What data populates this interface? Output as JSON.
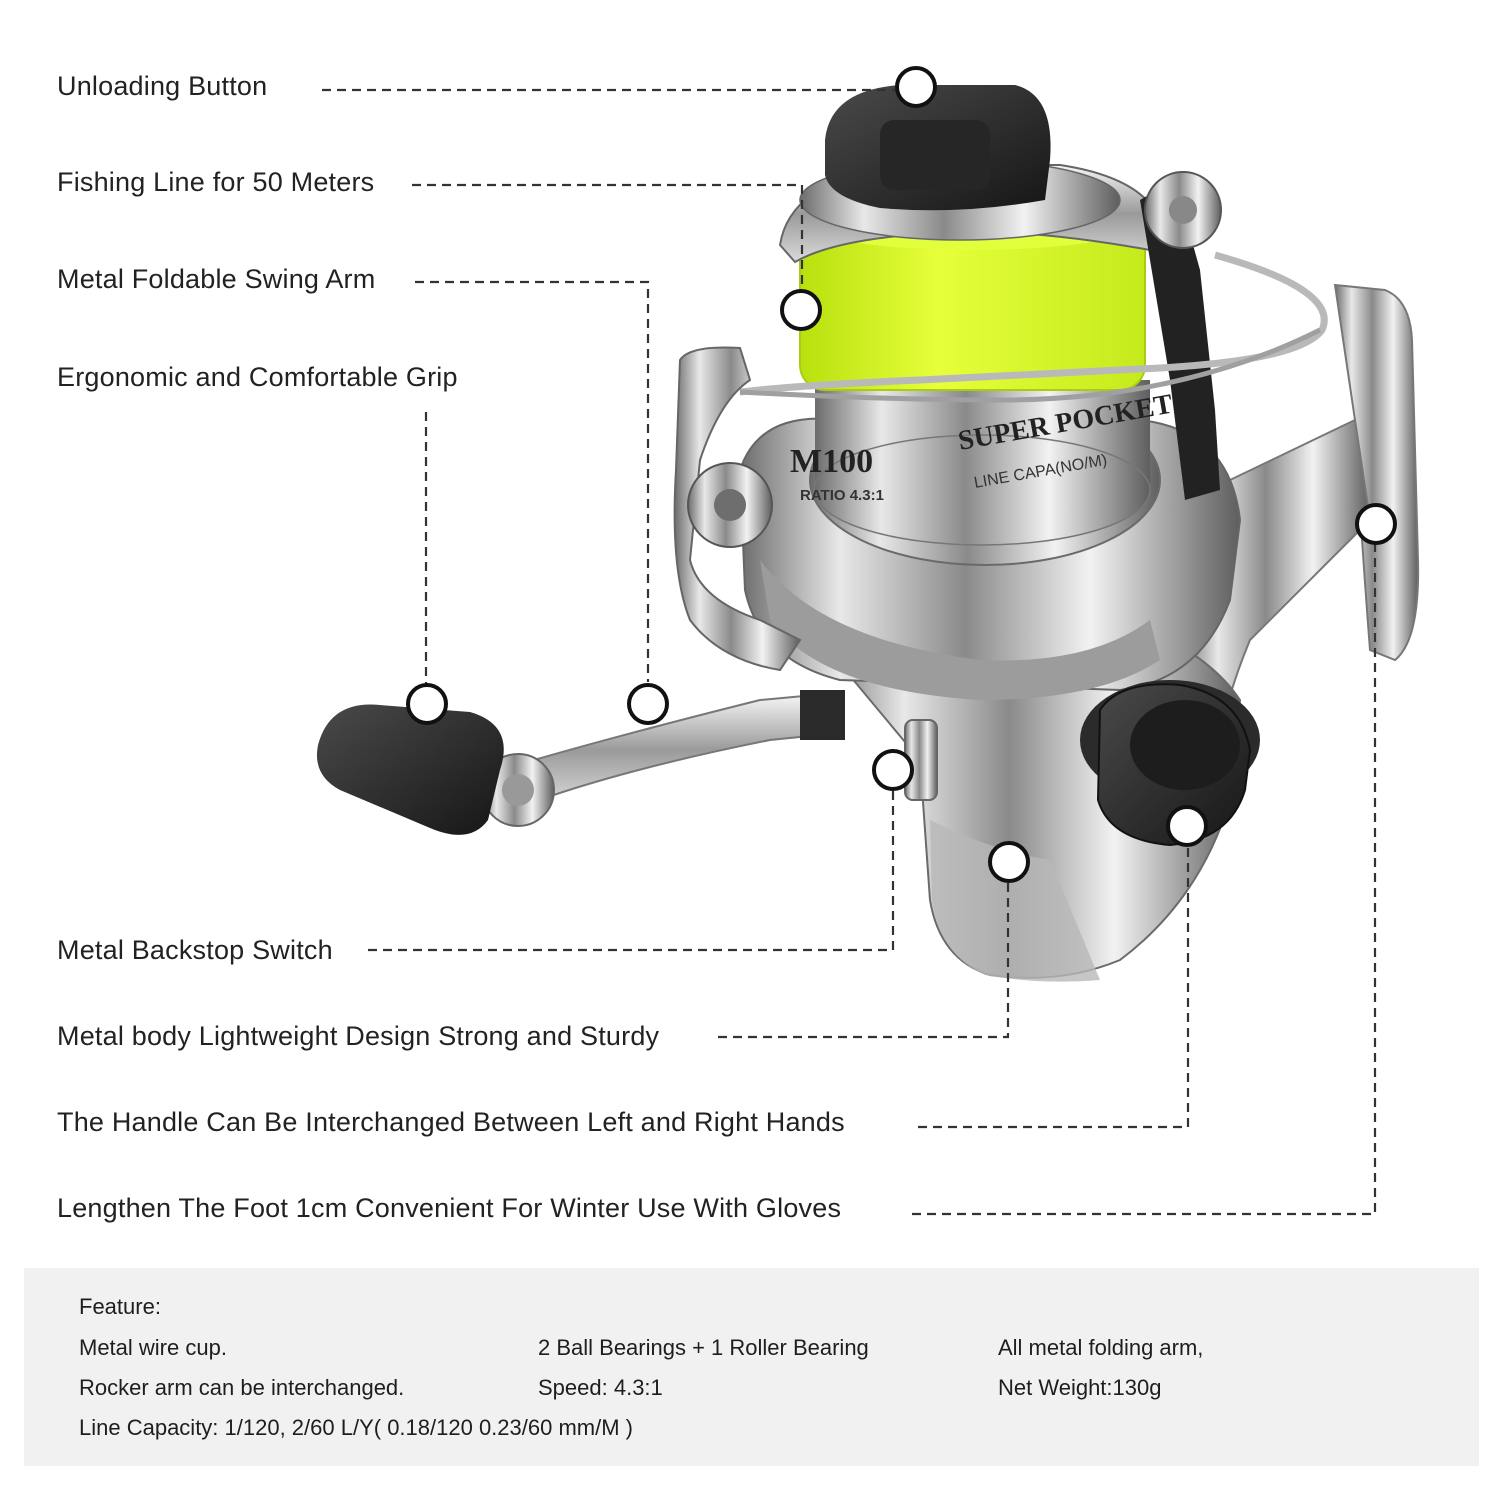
{
  "callouts": [
    "Unloading Button",
    "Fishing Line for 50 Meters",
    "Metal Foldable Swing Arm",
    "Ergonomic and Comfortable Grip",
    "Metal Backstop Switch",
    "Metal body Lightweight Design Strong and Sturdy",
    "The Handle Can Be Interchanged Between Left and Right Hands",
    "Lengthen The Foot 1cm Convenient For Winter Use With Gloves"
  ],
  "reel_markings": {
    "model": "M100",
    "brand": "SUPER POCKET",
    "ratio": "RATIO 4.3:1",
    "capacity": "LINE CAPA(NO/M)"
  },
  "features": {
    "title": "Feature:",
    "col1": [
      "Metal wire cup.",
      "Rocker arm can be interchanged.",
      "Line Capacity: 1/120, 2/60 L/Y( 0.18/120  0.23/60 mm/M )"
    ],
    "col2": [
      "2 Ball Bearings + 1 Roller Bearing",
      "Speed: 4.3:1"
    ],
    "col3": [
      "All metal folding arm,",
      "Net Weight:130g"
    ]
  },
  "colors": {
    "line_yellow": "#d6f52a",
    "chrome": "#c9c9c9",
    "knob_black": "#2b2b2b",
    "leader": "#333333"
  }
}
